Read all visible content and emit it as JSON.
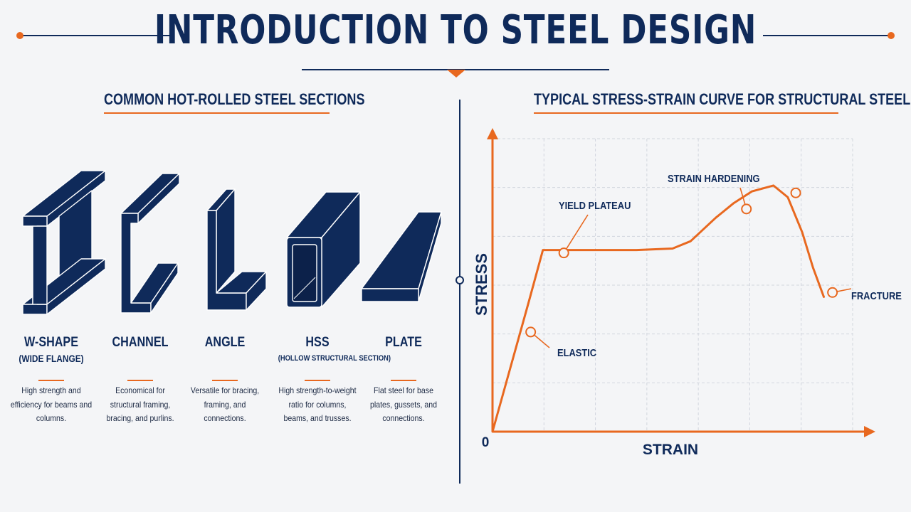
{
  "title": "INTRODUCTION TO STEEL DESIGN",
  "colors": {
    "navy": "#0f2a5a",
    "orange": "#e8681f",
    "background": "#f4f5f7"
  },
  "left_panel": {
    "heading": "COMMON HOT-ROLLED STEEL SECTIONS",
    "sections": [
      {
        "name": "W-SHAPE",
        "sub": "(WIDE FLANGE)",
        "desc": "High strength and efficiency for beams and columns."
      },
      {
        "name": "CHANNEL",
        "sub": "",
        "desc": "Economical for structural framing, bracing, and purlins."
      },
      {
        "name": "ANGLE",
        "sub": "",
        "desc": "Versatile for bracing, framing, and connections."
      },
      {
        "name": "HSS",
        "sub": "(HOLLOW STRUCTURAL SECTION)",
        "desc": "High strength-to-weight ratio for columns, beams, and trusses."
      },
      {
        "name": "PLATE",
        "sub": "",
        "desc": "Flat steel for base plates, gussets, and connections."
      }
    ]
  },
  "right_panel": {
    "heading": "TYPICAL STRESS-STRAIN CURVE FOR STRUCTURAL STEEL"
  },
  "chart_data": {
    "type": "line",
    "title": "TYPICAL STRESS-STRAIN CURVE FOR STRUCTURAL STEEL",
    "xlabel": "STRAIN",
    "ylabel": "STRESS",
    "origin_label": "0",
    "grid": true,
    "xlim": [
      0,
      100
    ],
    "ylim": [
      0,
      100
    ],
    "curve": [
      [
        0,
        0
      ],
      [
        5,
        22
      ],
      [
        10,
        44
      ],
      [
        14,
        62
      ],
      [
        20,
        62
      ],
      [
        30,
        62
      ],
      [
        40,
        62
      ],
      [
        50,
        62.5
      ],
      [
        55,
        65
      ],
      [
        62,
        73
      ],
      [
        67,
        78
      ],
      [
        72,
        82
      ],
      [
        78,
        84
      ],
      [
        82,
        80
      ],
      [
        86,
        68
      ],
      [
        89,
        56
      ],
      [
        92,
        46
      ]
    ],
    "points": [
      {
        "label": "ELASTIC",
        "x": 10.6,
        "y": 34
      },
      {
        "label": "YIELD PLATEAU",
        "x": 19.8,
        "y": 61
      },
      {
        "label": "STRAIN HARDENING",
        "x": 70.5,
        "y": 76
      },
      {
        "label": "FRACTURE",
        "x": 94.4,
        "y": 47.5
      },
      {
        "label": "",
        "x": 84.2,
        "y": 81.5
      }
    ]
  }
}
